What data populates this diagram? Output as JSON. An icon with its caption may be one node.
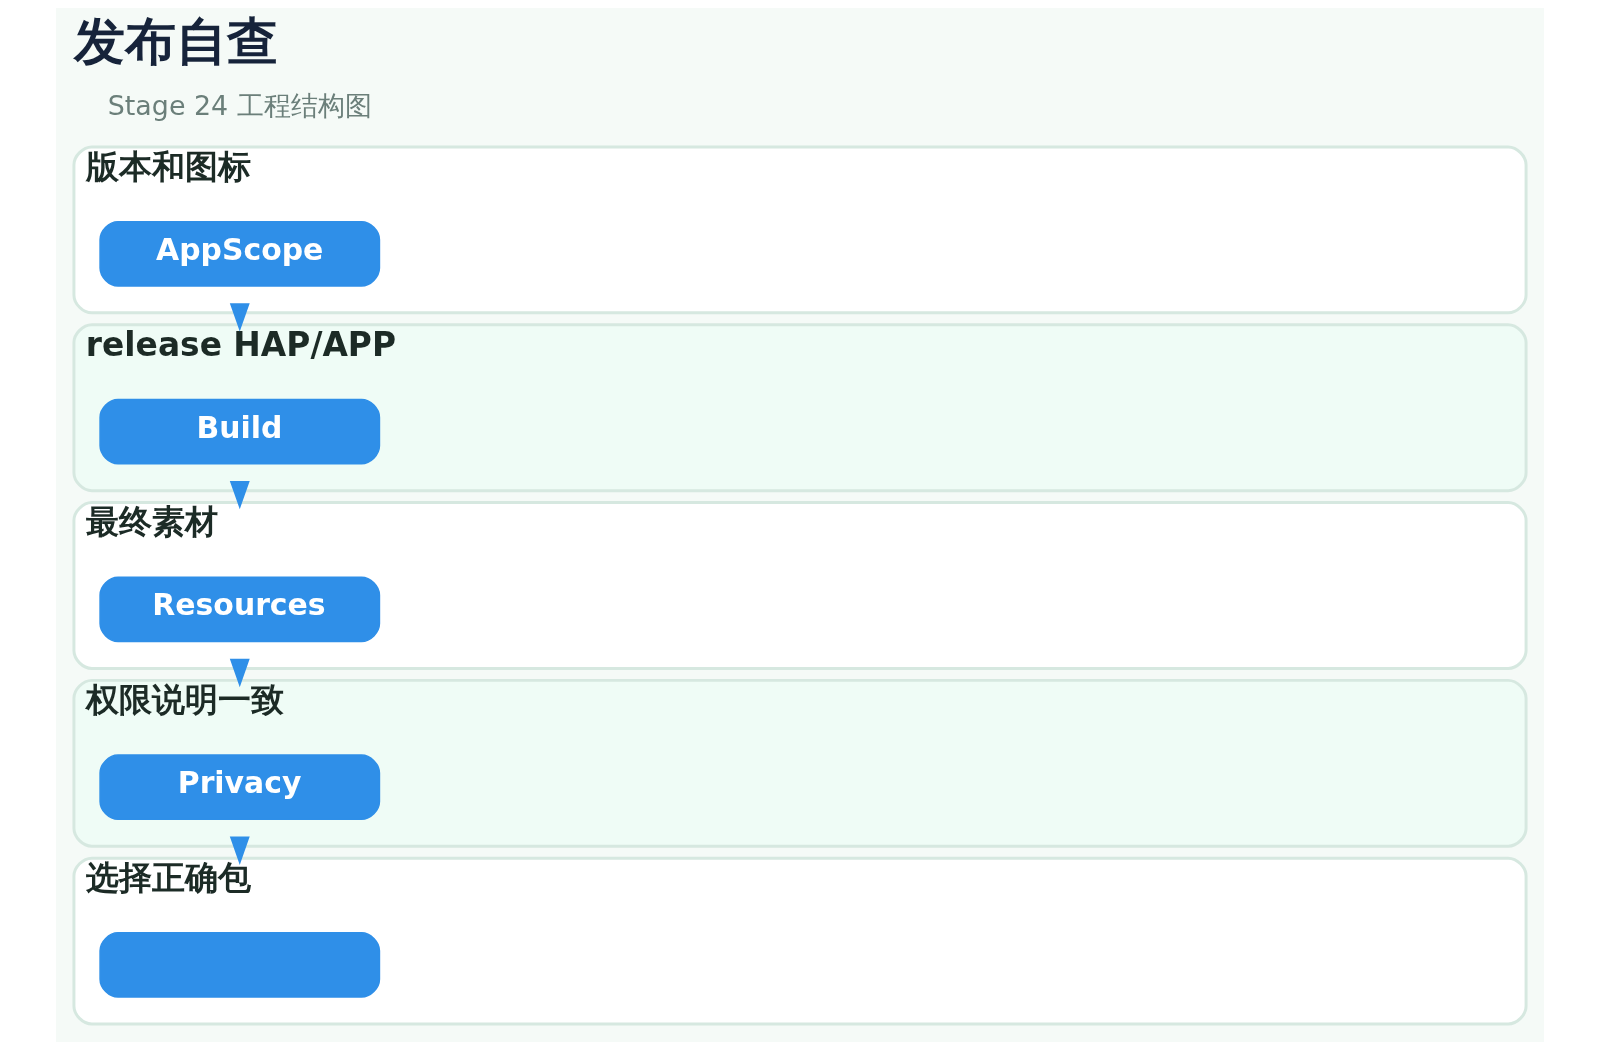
{
  "diagram": {
    "title": "发布自查",
    "nodes": [
      {
        "text": [
          "版本和图标"
        ]
      },
      {
        "text": [
          "AppScope"
        ],
        "in": 0
      },
      {
        "text": [
          "release HAP/APP"
        ]
      },
      {
        "text": [
          "Build"
        ],
        "in": 2
      },
      {
        "text": [
          "最终素材"
        ]
      },
      {
        "text": [
          "Resources"
        ],
        "in": 4
      },
      {
        "text": [
          "权限说明一致"
        ]
      },
      {
        "text": [
          "Privacy"
        ],
        "in": 6
      },
      {
        "text": [
          "选择正确包"
        ]
      },
      {
        "text": [],
        "shape": "box",
        "in": 8
      }
    ],
    "edges": [
      {
        "from": 0,
        "to": 2,
        "arrow": "to"
      },
      {
        "from": 2,
        "to": 4,
        "arrow": "to"
      },
      {
        "from": 4,
        "to": 6,
        "arrow": "to"
      },
      {
        "from": 6,
        "to": 8,
        "arrow": "to"
      }
    ],
    "labels": [
      "Stage 24 工程结构图"
    ]
  }
}
